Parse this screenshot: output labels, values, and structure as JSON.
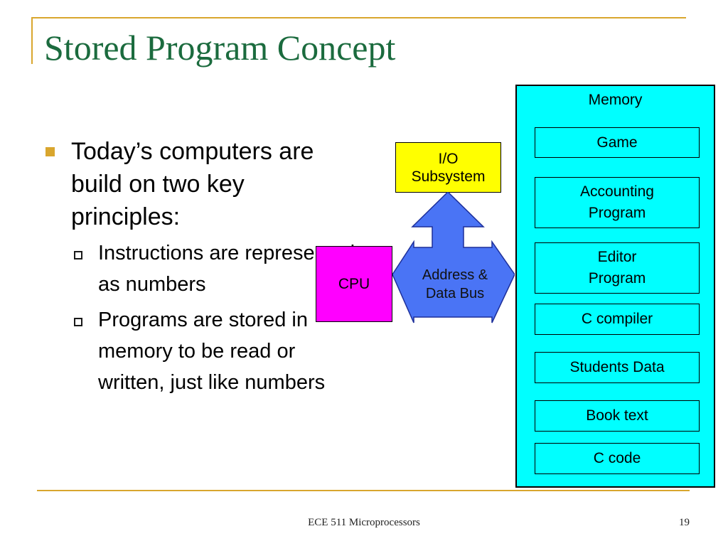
{
  "slide": {
    "title": "Stored Program Concept",
    "footer": "ECE 511 Microprocessors",
    "page_number": "19"
  },
  "content": {
    "bullet": "Today’s computers are build on two key principles:",
    "sub_bullets": [
      "Instructions are represented as numbers",
      "Programs are stored in memory to be read or written, just like numbers"
    ]
  },
  "diagram": {
    "cpu_label": "CPU",
    "io_label_line1": "I/O",
    "io_label_line2": "Subsystem",
    "bus_label_line1": "Address &",
    "bus_label_line2": "Data Bus",
    "memory_title": "Memory",
    "memory_items": [
      {
        "line1": "Game",
        "line2": ""
      },
      {
        "line1": "Accounting",
        "line2": "Program"
      },
      {
        "line1": "Editor",
        "line2": "Program"
      },
      {
        "line1": "C compiler",
        "line2": ""
      },
      {
        "line1": "Students Data",
        "line2": ""
      },
      {
        "line1": "Book text",
        "line2": ""
      },
      {
        "line1": "C code",
        "line2": ""
      }
    ]
  },
  "colors": {
    "title": "#1b6b3e",
    "accent_rule": "#d9a62e",
    "cpu_fill": "#ff00ff",
    "io_fill": "#ffff00",
    "bus_fill": "#4a74f5",
    "memory_fill": "#00ffff"
  }
}
